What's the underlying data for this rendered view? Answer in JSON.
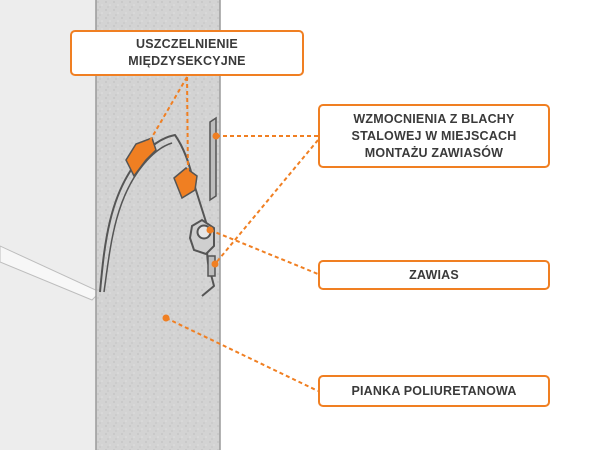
{
  "colors": {
    "accent": "#f07f22",
    "panel_background": "#ececec",
    "foam": "#d4d4d4",
    "profile_outline": "#555555",
    "label_text": "#3a3a3a"
  },
  "callouts": {
    "seal": {
      "lines": [
        "USZCZELNIENIE",
        "MIĘDZYSEKCYJNE"
      ]
    },
    "reinforcement": {
      "lines": [
        "WZMOCNIENIA Z BLACHY",
        "STALOWEJ W MIEJSCACH",
        "MONTAŻU ZAWIASÓW"
      ]
    },
    "hinge": {
      "lines": [
        "ZAWIAS"
      ]
    },
    "foam": {
      "lines": [
        "PIANKA POLIURETANOWA"
      ]
    }
  }
}
